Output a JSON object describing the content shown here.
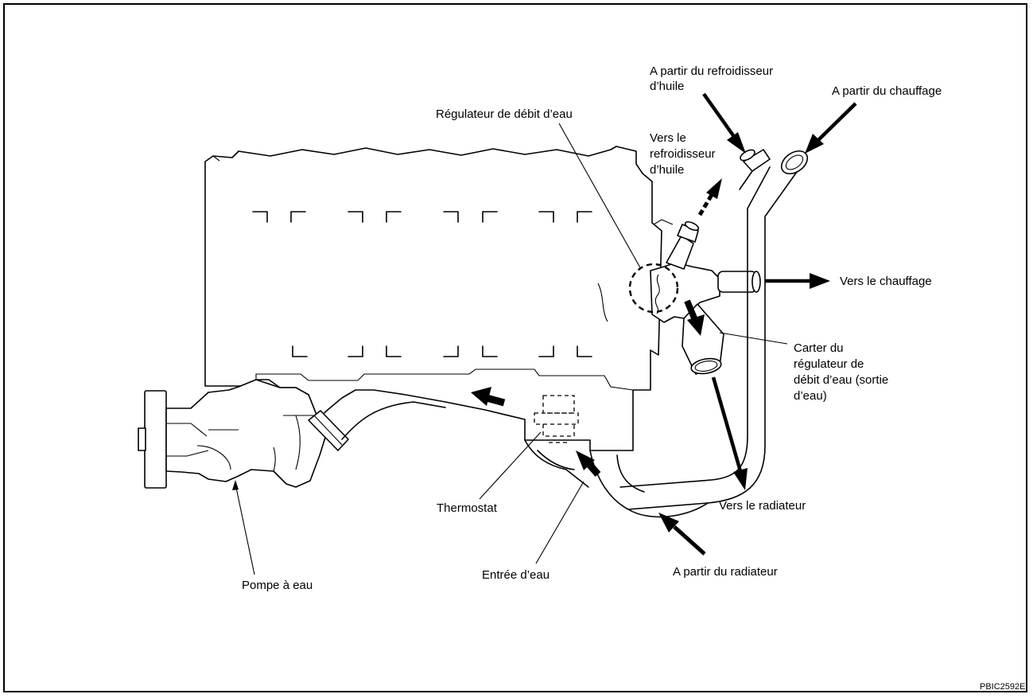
{
  "labels": {
    "from_oil_cooler_1": "A partir du refroidisseur",
    "from_oil_cooler_2": "d’huile",
    "from_heater": "A partir du chauffage",
    "water_flow_regulator": "Régulateur de débit d’eau",
    "to_oil_cooler_1": "Vers le",
    "to_oil_cooler_2": "refroidisseur",
    "to_oil_cooler_3": "d’huile",
    "to_heater": "Vers le chauffage",
    "regulator_housing_1": "Carter du",
    "regulator_housing_2": "régulateur de",
    "regulator_housing_3": "débit d’eau (sortie",
    "regulator_housing_4": "d’eau)",
    "to_radiator": "Vers le radiateur",
    "thermostat": "Thermostat",
    "from_radiator": "A partir du radiateur",
    "water_inlet": "Entrée d’eau",
    "water_pump": "Pompe à eau"
  },
  "figure_code": "PBIC2592E"
}
